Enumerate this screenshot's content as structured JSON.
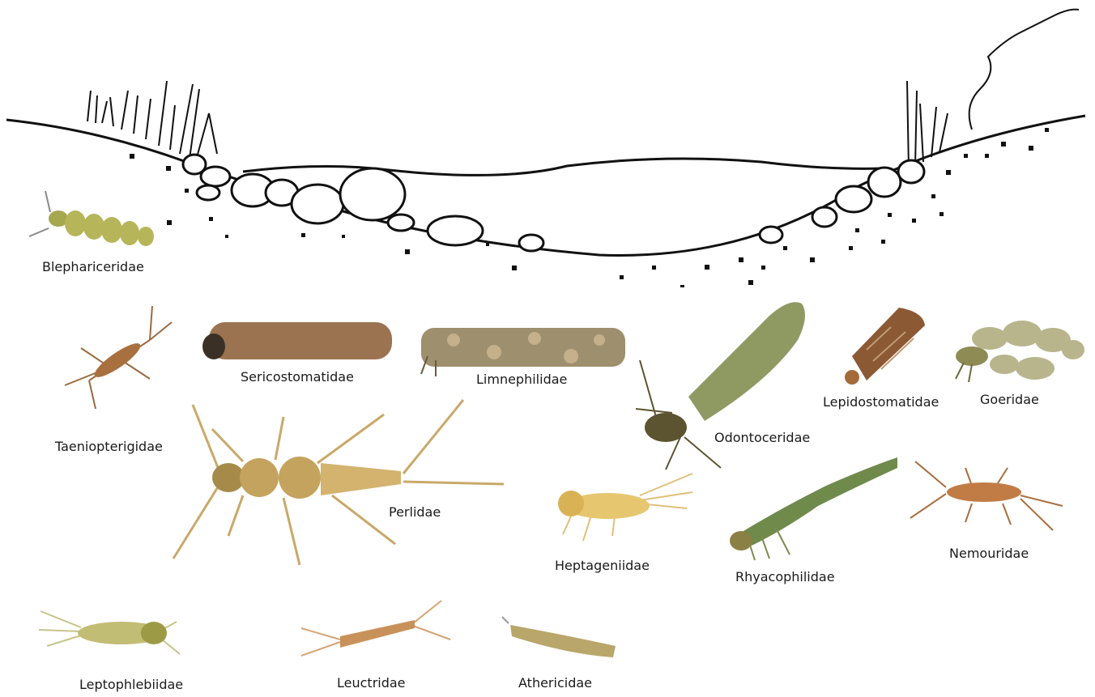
{
  "labels": {
    "blephariceridae": "Blephariceridae",
    "taeniopterigidae": "Taeniopterigidae",
    "sericostomatidae": "Sericostomatidae",
    "limnephilidae": "Limnephilidae",
    "odontoceridae": "Odontoceridae",
    "lepidostomatidae": "Lepidostomatidae",
    "goeridae": "Goeridae",
    "perlidae": "Perlidae",
    "heptageniidae": "Heptageniidae",
    "rhyacophilidae": "Rhyacophilidae",
    "nemouridae": "Nemouridae",
    "leptophlebiidae": "Leptophlebiidae",
    "leuctridae": "Leuctridae",
    "athericidae": "Athericidae"
  },
  "colors": {
    "line": "#111111",
    "larva_green": "#b6b55a",
    "stonefly_brown": "#b07b48",
    "case_brown": "#9b7350",
    "case_pebble": "#9e8f6e",
    "case_moss": "#8f9a63",
    "nymph_yellow": "#e6c770",
    "rhyaco_green": "#6f8a4b",
    "perlid_tan": "#d3b36e"
  }
}
